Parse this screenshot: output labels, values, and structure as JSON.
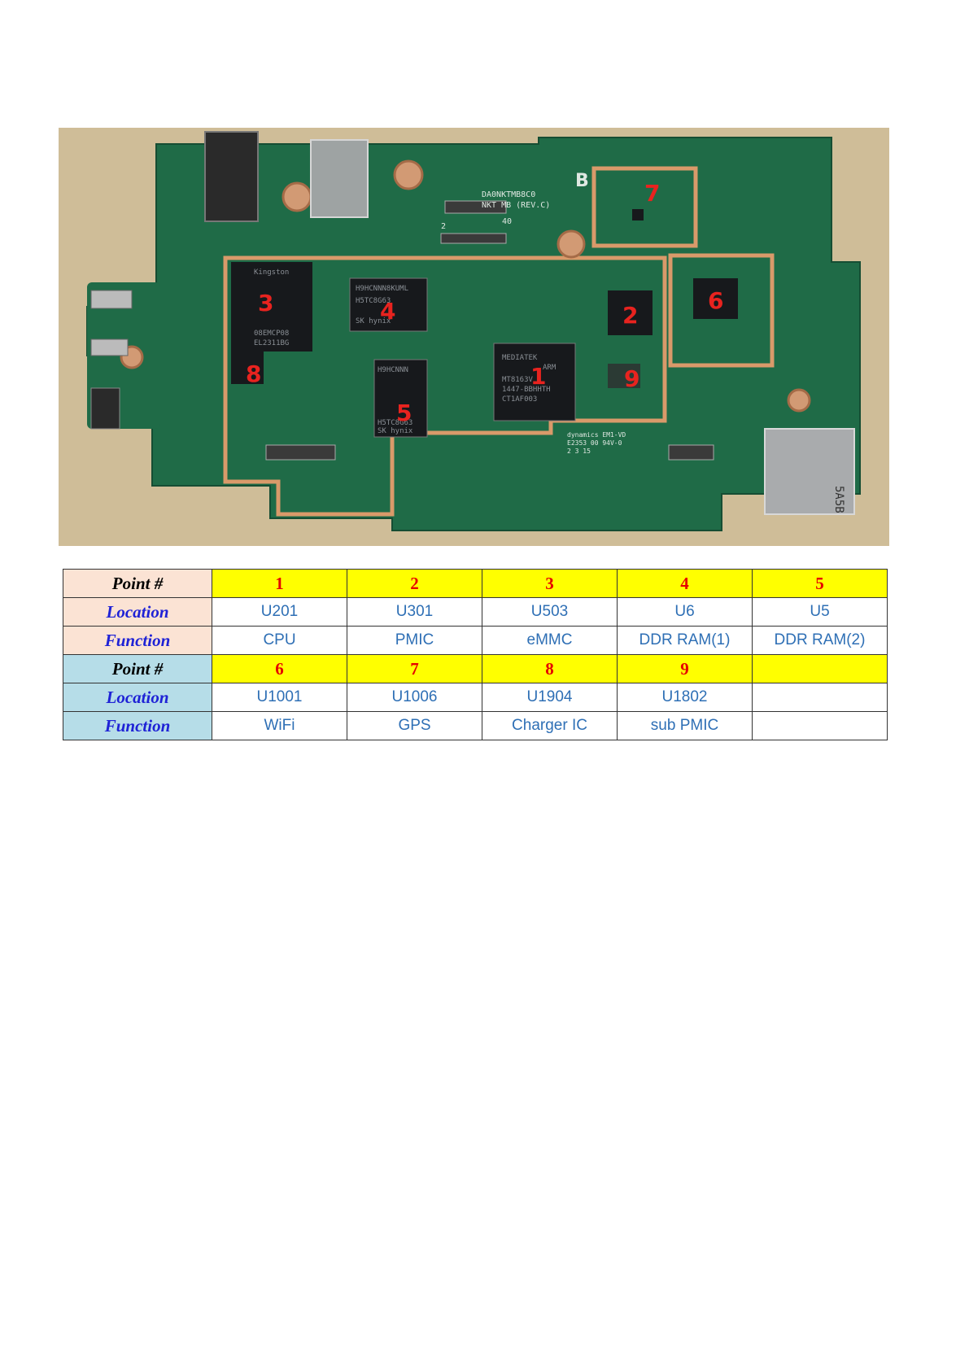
{
  "photo": {
    "board_silk": [
      "DA0NKTMB8C0",
      "NKT MB (REV.C)"
    ],
    "side_mark": "B",
    "labels": [
      "1",
      "2",
      "3",
      "4",
      "5",
      "6",
      "7",
      "8",
      "9"
    ],
    "chip_texts": {
      "cpu": [
        "MEDIATEK",
        "ARM",
        "MT8163V",
        "1447-BBHHTH",
        "CT1AF003"
      ],
      "ddr1": [
        "H9HCNNN8KUML",
        "H5TC8G63",
        "SK hynix"
      ],
      "ddr2": [
        "H9HCNNN",
        "H5TC8G63",
        "SK hynix"
      ],
      "emmc": [
        "Kingston",
        "08EMCP08",
        "EL2311BG"
      ],
      "small": [
        "dynamics EM1-VD",
        "E2353 00 94V-0",
        "2 3 15"
      ],
      "sd": [
        "5A5B"
      ],
      "conn": [
        "40",
        "2"
      ]
    }
  },
  "table": {
    "group1": {
      "point_header": "Point #",
      "location_header": "Location",
      "function_header": "Function",
      "points": [
        "1",
        "2",
        "3",
        "4",
        "5"
      ],
      "locations": [
        "U201",
        "U301",
        "U503",
        "U6",
        "U5"
      ],
      "functions": [
        "CPU",
        "PMIC",
        "eMMC",
        "DDR RAM(1)",
        "DDR RAM(2)"
      ]
    },
    "group2": {
      "point_header": "Point #",
      "location_header": "Location",
      "function_header": "Function",
      "points": [
        "6",
        "7",
        "8",
        "9",
        ""
      ],
      "locations": [
        "U1001",
        "U1006",
        "U1904",
        "U1802",
        ""
      ],
      "functions": [
        "WiFi",
        "GPS",
        "Charger IC",
        "sub PMIC",
        ""
      ]
    }
  }
}
